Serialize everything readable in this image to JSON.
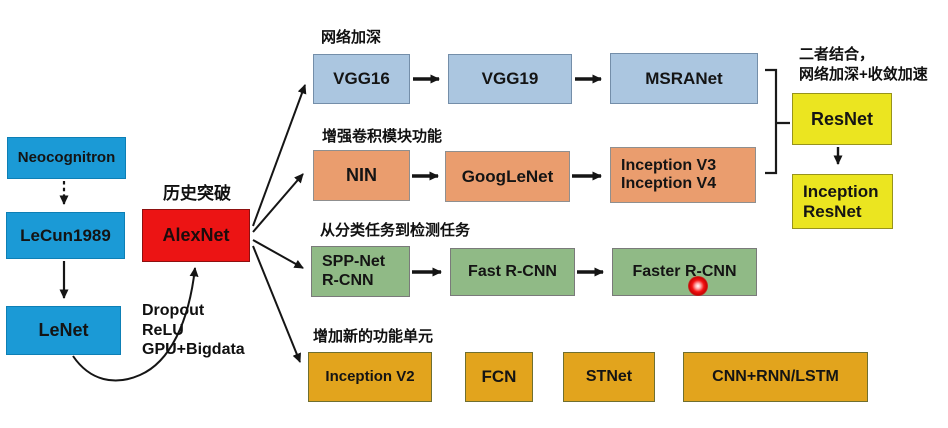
{
  "pioneer_chain": {
    "neocognitron": "Neocognitron",
    "lecun": "LeCun1989",
    "lenet": "LeNet"
  },
  "breakthrough": {
    "tag": "历史突破",
    "alexnet": "AlexNet",
    "factors": "Dropout\nReLU\nGPU+Bigdata"
  },
  "branches": [
    {
      "title": "网络加深",
      "boxes": [
        {
          "label": "VGG16"
        },
        {
          "label": "VGG19"
        },
        {
          "label": "MSRANet"
        }
      ]
    },
    {
      "title": "增强卷积模块功能",
      "boxes": [
        {
          "label": "NIN"
        },
        {
          "label": "GoogLeNet"
        },
        {
          "label": "Inception V3\nInception V4"
        }
      ]
    },
    {
      "title": "从分类任务到检测任务",
      "boxes": [
        {
          "label": "SPP-Net\nR-CNN"
        },
        {
          "label": "Fast R-CNN"
        },
        {
          "label": "Faster R-CNN"
        }
      ]
    },
    {
      "title": "增加新的功能单元",
      "boxes": [
        {
          "label": "Inception V2"
        },
        {
          "label": "FCN"
        },
        {
          "label": "STNet"
        },
        {
          "label": "CNN+RNN/LSTM"
        }
      ]
    }
  ],
  "fusion": {
    "note": "二者结合，\n网络加深+收敛加速",
    "resnet": "ResNet",
    "inception_resnet": "Inception\nResNet"
  },
  "colors": {
    "pioneer_blue": "#1b9ad6",
    "breakthrough_red": "#ec1414",
    "deepen_blue": "#abc6e0",
    "module_orange": "#ea9d6e",
    "detection_green": "#90ba86",
    "unit_gold": "#e2a41d",
    "fusion_yellow": "#ebe520",
    "laser_red": "#f31212",
    "arrow_black": "#151515"
  }
}
